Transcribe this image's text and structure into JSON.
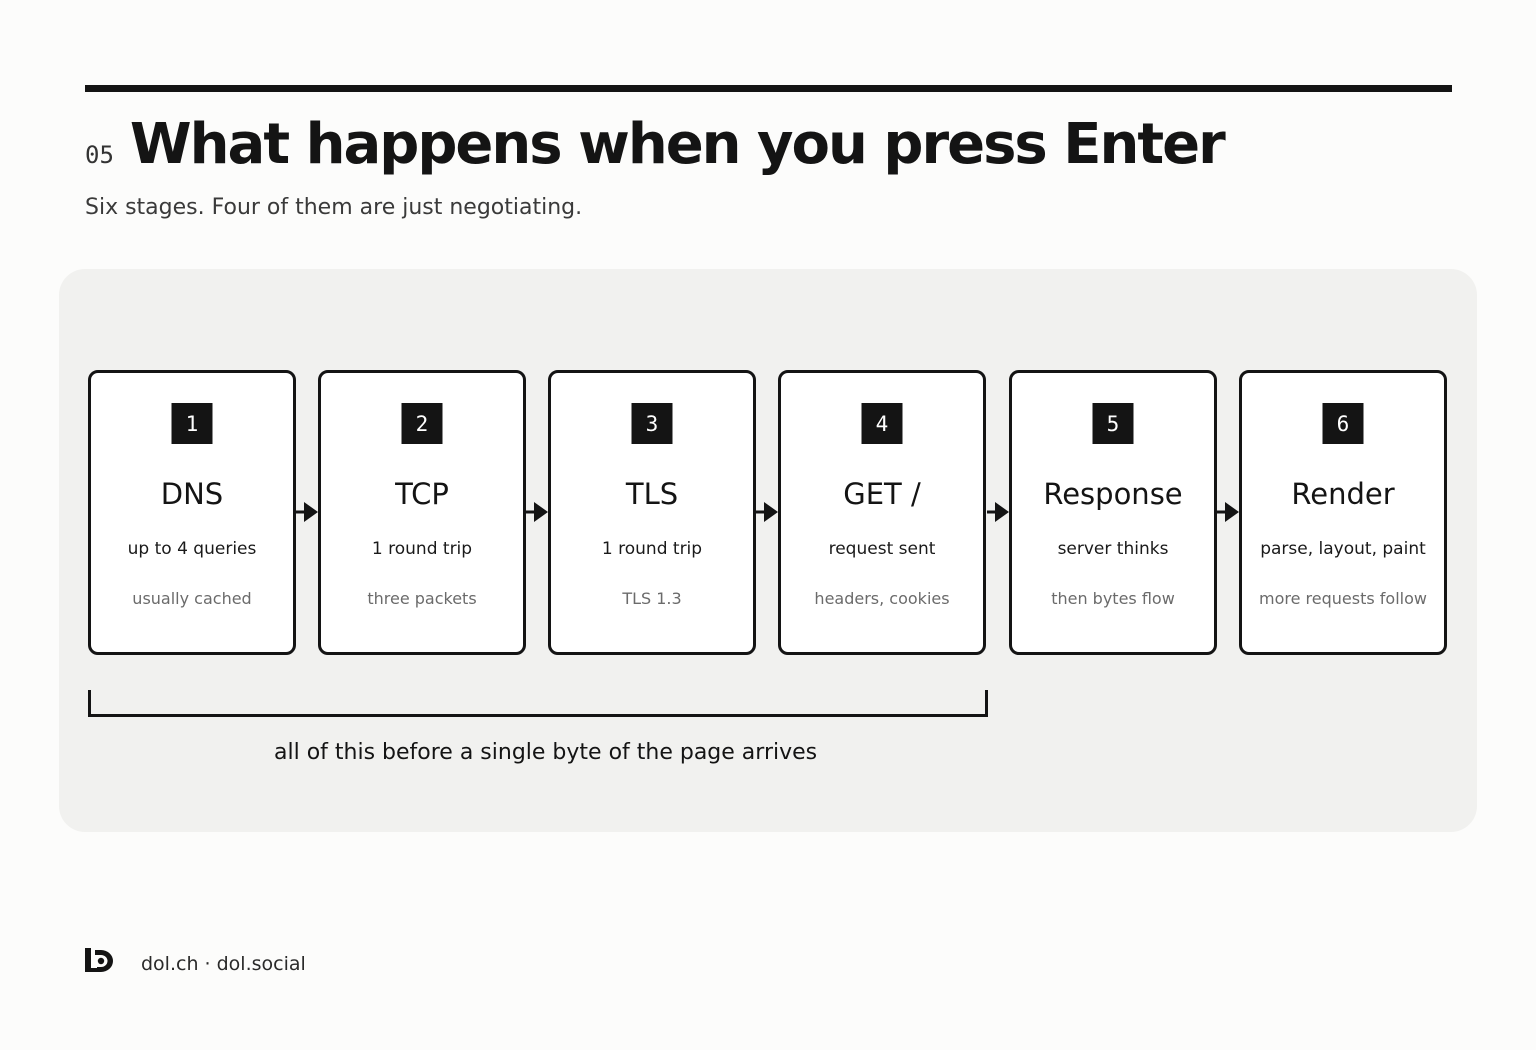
{
  "header": {
    "slide_number": "05",
    "title": "What happens when you press Enter",
    "subtitle": "Six stages. Four of them are just negotiating."
  },
  "stages": [
    {
      "number": "1",
      "name": "DNS",
      "line1": "up to 4 queries",
      "line2": "usually cached"
    },
    {
      "number": "2",
      "name": "TCP",
      "line1": "1 round trip",
      "line2": "three packets"
    },
    {
      "number": "3",
      "name": "TLS",
      "line1": "1 round trip",
      "line2": "TLS 1.3"
    },
    {
      "number": "4",
      "name": "GET /",
      "line1": "request sent",
      "line2": "headers, cookies"
    },
    {
      "number": "5",
      "name": "Response",
      "line1": "server thinks",
      "line2": "then bytes flow"
    },
    {
      "number": "6",
      "name": "Render",
      "line1": "parse, layout, paint",
      "line2": "more requests follow"
    }
  ],
  "bracket": {
    "label": "all of this before a single byte of the page arrives"
  },
  "footer": {
    "text": "dol.ch · dol.social"
  },
  "colors": {
    "ink": "#141414",
    "panel": "#f1f1ef",
    "muted": "#6b6b6b"
  }
}
